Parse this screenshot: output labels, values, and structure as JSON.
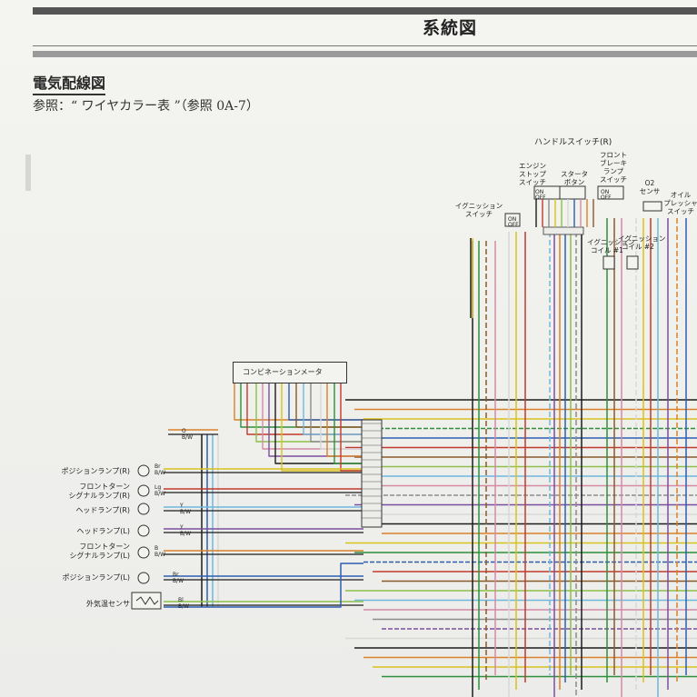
{
  "page": {
    "title": "系統図",
    "section_title": "電気配線図",
    "reference": "参照：“ ワイヤカラー表 ”（参照 0A-7）"
  },
  "components": {
    "meter": "コンビネーションメータ",
    "handle_switch": "ハンドルスイッチ(R)",
    "engine_stop": "エンジン\nストップ\nスイッチ",
    "starter": "スタータ\nボタン",
    "front_brake": "フロント\nブレーキ\nランプ\nスイッチ",
    "o2": "O2\nセンサ",
    "oil_pressure": "オイル\nプレッシャ\nスイッチ",
    "ignition_switch": "イグニッション\nスイッチ",
    "ign_coil_1": "イグニッション\nコイル #1",
    "ign_coil_2": "イグニッション\nコイル #2",
    "left_labels": [
      "ポジションランプ(R)",
      "フロントターン\nシグナルランプ(R)",
      "ヘッドランプ(R)",
      "ヘッドランプ(L)",
      "フロントターン\nシグナルランプ(L)",
      "ポジションランプ(L)",
      "外気温センサ"
    ]
  },
  "wire_labels": {
    "pos_r": [
      "Br",
      "B/W"
    ],
    "turn_r": [
      "Lg",
      "B/W"
    ],
    "head_r": [
      "Y",
      "B/W"
    ],
    "head_l": [
      "Y",
      "B/W"
    ],
    "turn_l": [
      "B",
      "B/W"
    ],
    "pos_l": [
      "Br",
      "B/W"
    ],
    "temp": [
      "Bl",
      "B/W"
    ],
    "top": [
      "O",
      "B/W"
    ],
    "switch_states": [
      "ON",
      "OFF"
    ]
  },
  "colors": {
    "black": "#1c1c1c",
    "orange": "#d9822b",
    "yellow": "#d8c21e",
    "green": "#2f8f3a",
    "lightgreen": "#8cc04a",
    "blue": "#2f5fb0",
    "lightblue": "#6fb7dd",
    "red": "#c23a2d",
    "brown": "#8a5a2b",
    "gray": "#8c8c8c",
    "pink": "#d48aa6",
    "purple": "#7b4fa0",
    "white": "#d8d8d8"
  }
}
